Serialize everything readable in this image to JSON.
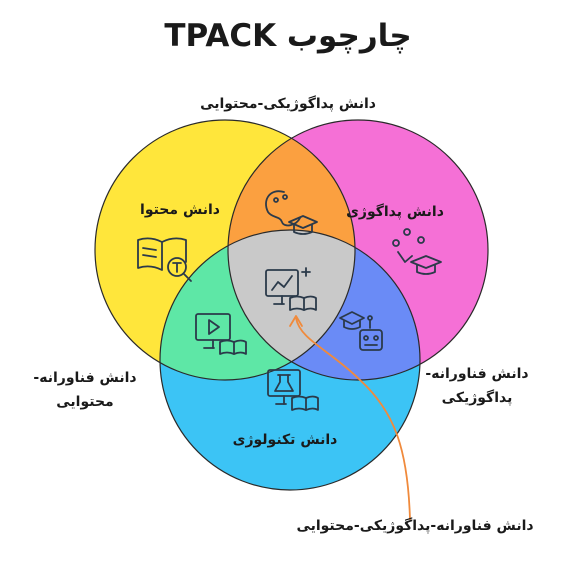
{
  "title": "چارچوب TPACK",
  "labels": {
    "pck": "دانش پداگوژیکی-محتوایی",
    "content": "دانش محتوا",
    "pedagogy": "دانش پداگوژی",
    "technology": "دانش تکنولوژی",
    "tck_line1": "دانش فناورانه-",
    "tck_line2": "محتوایی",
    "tpk_line1": "دانش فناورانه-",
    "tpk_line2": "پداگوژیکی",
    "tpack": "دانش فناورانه-پداگوژیکی-محتوایی"
  },
  "colors": {
    "content": "#FFE63B",
    "pedagogy": "#F570D6",
    "technology": "#3CC4F5",
    "content_pedagogy": "#FBA040",
    "content_technology": "#5EE7A6",
    "pedagogy_technology": "#6A8BF6",
    "center": "#C9C9C9",
    "pointer": "#F08A3C",
    "icon": "#2B3A4A"
  },
  "icons": {
    "content": "book-magnifier-icon",
    "pedagogy": "graduation-cap-icon",
    "technology": "monitor-flask-icon",
    "content_pedagogy": "palette-cap-icon",
    "content_technology": "video-book-icon",
    "pedagogy_technology": "robot-cap-icon",
    "center": "monitor-chart-icon"
  }
}
